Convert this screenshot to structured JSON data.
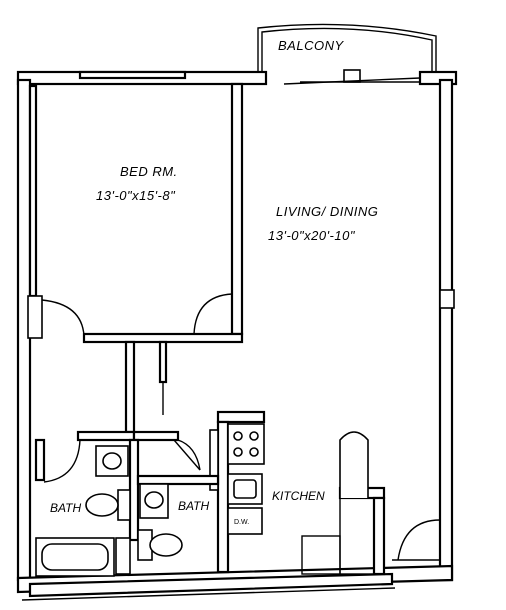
{
  "rooms": {
    "balcony": {
      "label": "BALCONY"
    },
    "bedroom": {
      "label": "BED RM.",
      "dimensions": "13'-0\"x15'-8\""
    },
    "living_dining": {
      "label": "LIVING/ DINING",
      "dimensions": "13'-0\"x20'-10\""
    },
    "kitchen": {
      "label": "KITCHEN"
    },
    "bath_left": {
      "label": "BATH"
    },
    "bath_right": {
      "label": "BATH"
    }
  },
  "appliances": {
    "dishwasher": {
      "label": "D.W."
    }
  }
}
